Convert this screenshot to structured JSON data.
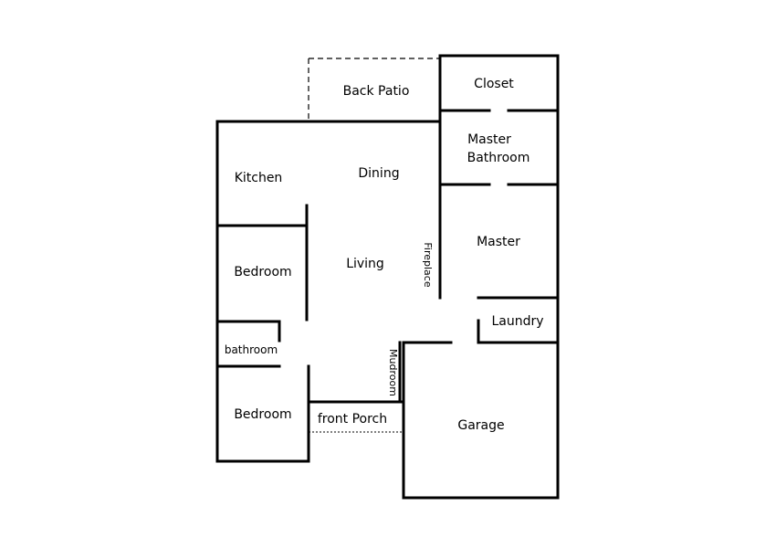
{
  "diagram": {
    "rooms": {
      "back_patio": "Back Patio",
      "closet": "Closet",
      "master_bathroom_line1": "Master",
      "master_bathroom_line2": "Bathroom",
      "kitchen": "Kitchen",
      "dining": "Dining",
      "master": "Master",
      "bedroom_upper": "Bedroom",
      "living": "Living",
      "laundry": "Laundry",
      "bathroom": "bathroom",
      "bedroom_lower": "Bedroom",
      "front_porch": "front Porch",
      "garage": "Garage"
    },
    "features": {
      "fireplace": "Fireplace",
      "mudroom": "Mudroom"
    }
  }
}
